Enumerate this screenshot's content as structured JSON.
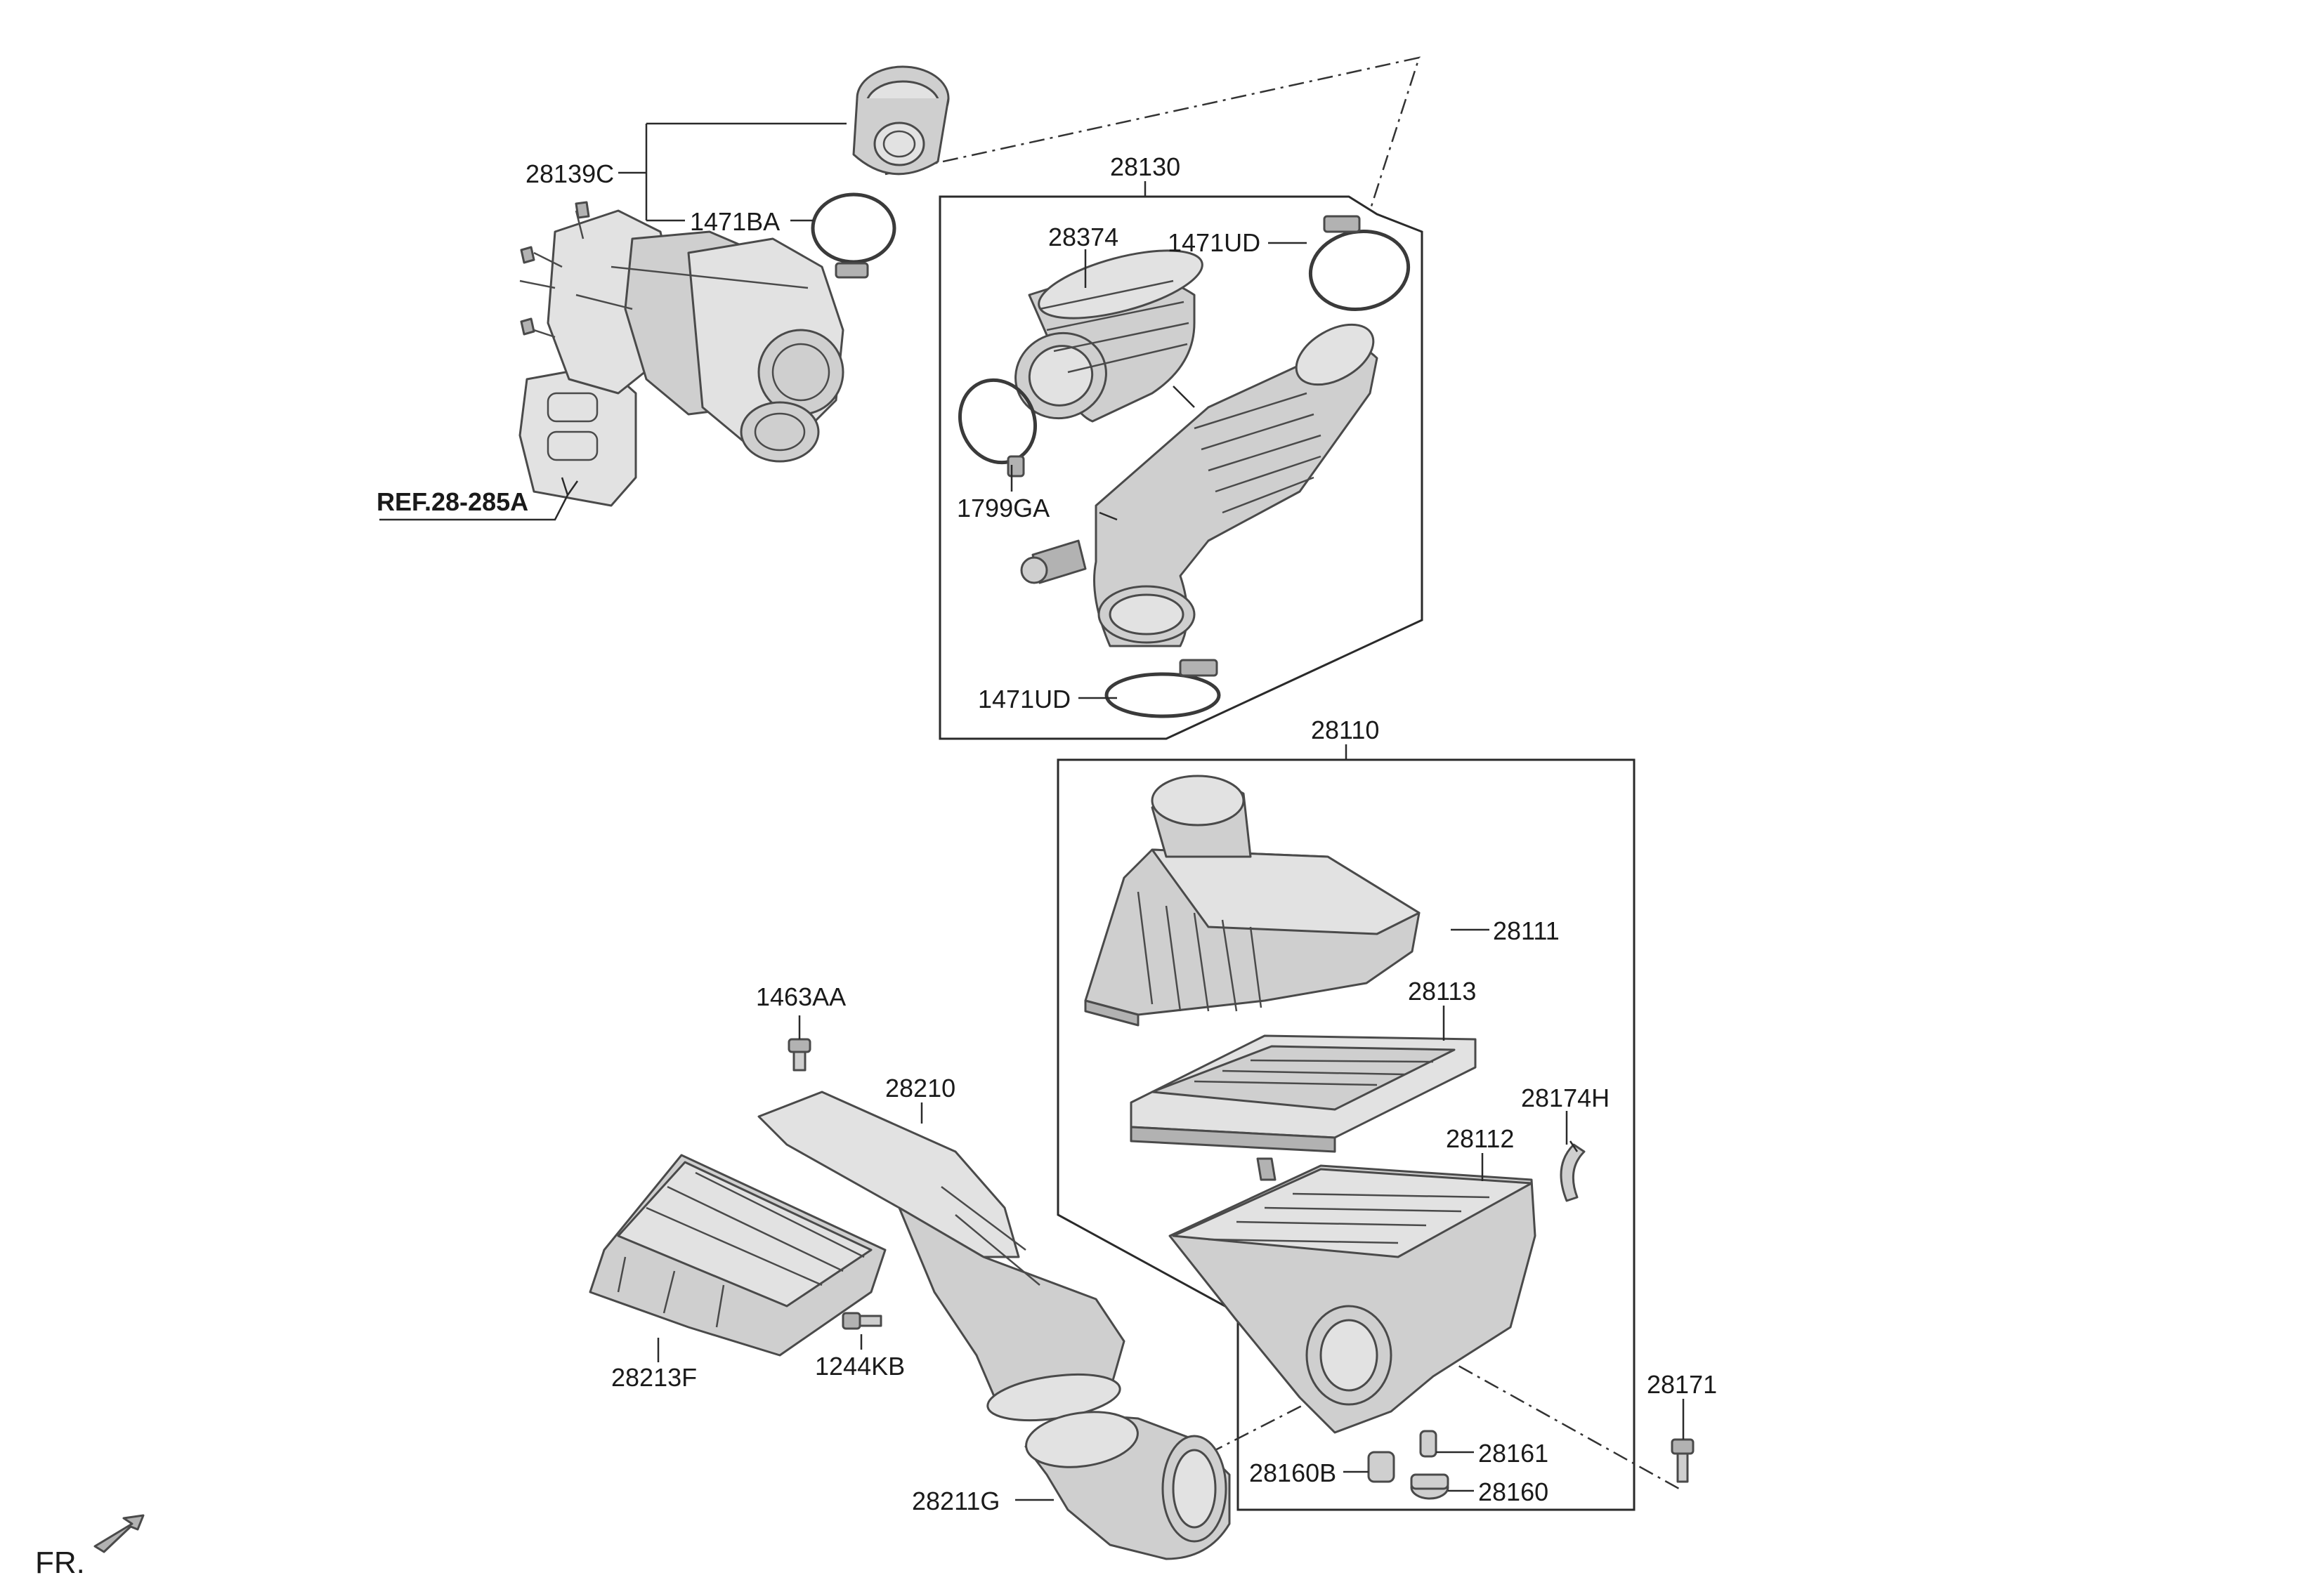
{
  "labels": {
    "p28139C": "28139C",
    "p1471BA": "1471BA",
    "ref": "REF.28-285A",
    "p28130": "28130",
    "p28374": "28374",
    "p1471UD_top": "1471UD",
    "p1799GA": "1799GA",
    "p1471UD_bottom": "1471UD",
    "p28110": "28110",
    "p28111": "28111",
    "p28113": "28113",
    "p28174H": "28174H",
    "p28112": "28112",
    "p1463AA": "1463AA",
    "p28210": "28210",
    "p28213F": "28213F",
    "p1244KB": "1244KB",
    "p28211G": "28211G",
    "p28160B": "28160B",
    "p28161": "28161",
    "p28160": "28160",
    "p28171": "28171",
    "fr": "FR."
  }
}
